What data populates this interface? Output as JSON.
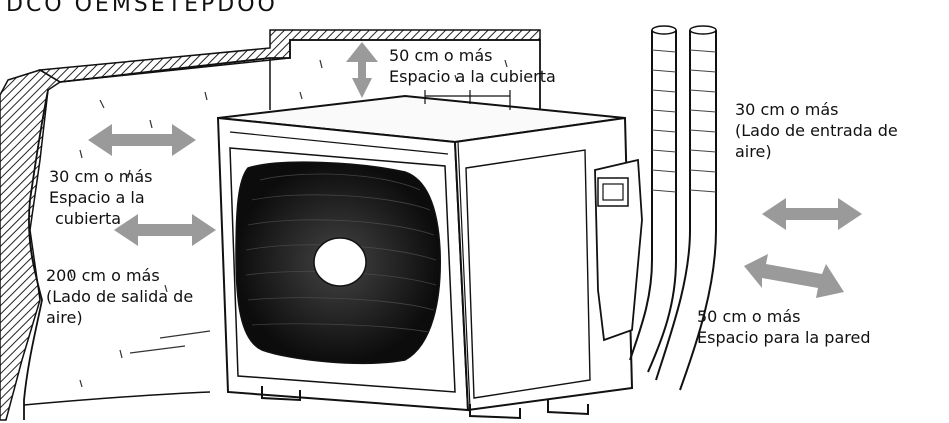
{
  "header_text": "DCO  OEMSETEPDOO",
  "labels": {
    "top_clearance": [
      "50 cm o más",
      "Espacio a la cubierta"
    ],
    "left_clearance": [
      "30 cm o más",
      "Espacio a la",
      "cubierta"
    ],
    "front_clearance": [
      "200 cm o más",
      "(Lado de salida de",
      "aire)"
    ],
    "right_inlet_clearance": [
      "30 cm o más",
      "(Lado de entrada de",
      "aire)"
    ],
    "wall_clearance": [
      "50 cm o más",
      "Espacio para la pared"
    ]
  },
  "colors": {
    "arrow": "#9a9a9a",
    "line": "#1a1a1a"
  }
}
